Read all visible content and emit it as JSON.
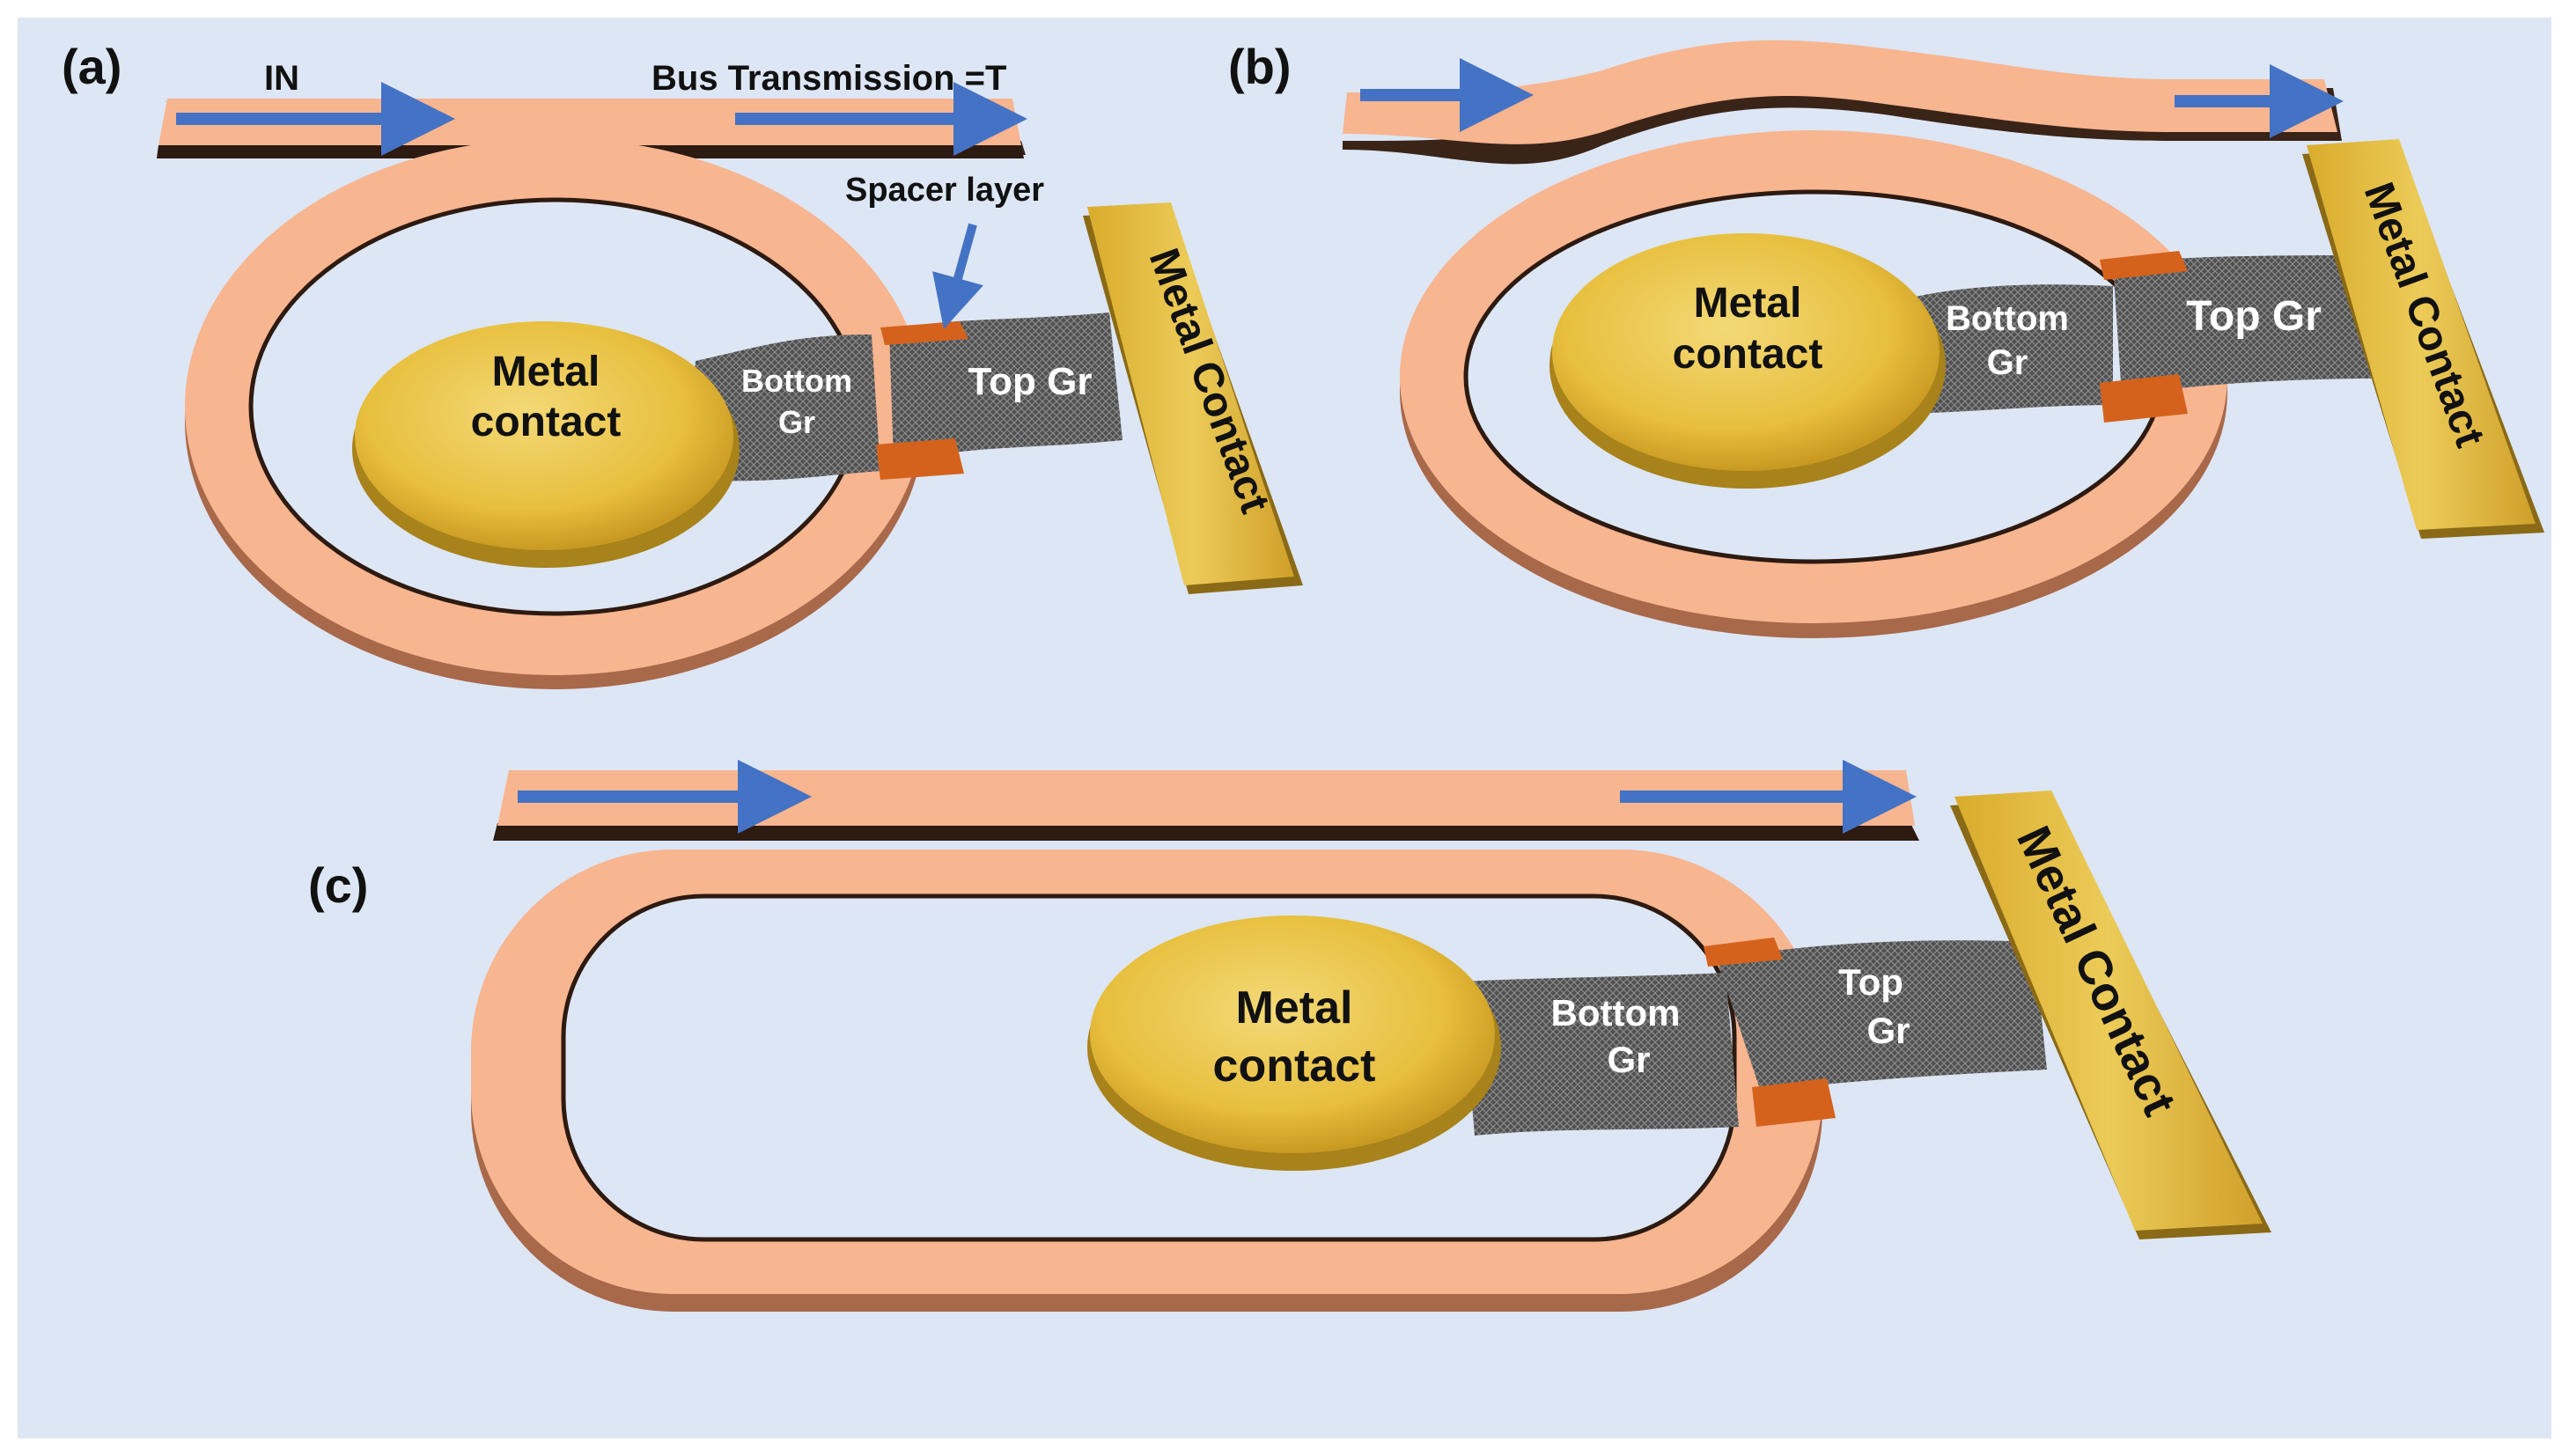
{
  "figure": {
    "panel_a": {
      "tag": "(a)",
      "input_label": "IN",
      "output_label": "Bus Transmission =T",
      "spacer_label": "Spacer layer",
      "center_contact_line1": "Metal",
      "center_contact_line2": "contact",
      "bottom_gr_line1": "Bottom",
      "bottom_gr_line2": "Gr",
      "top_gr": "Top Gr",
      "side_contact": "Metal Contact"
    },
    "panel_b": {
      "tag": "(b)",
      "center_contact_line1": "Metal",
      "center_contact_line2": "contact",
      "bottom_gr_line1": "Bottom",
      "bottom_gr_line2": "Gr",
      "top_gr": "Top Gr",
      "side_contact": "Metal Contact"
    },
    "panel_c": {
      "tag": "(c)",
      "center_contact_line1": "Metal",
      "center_contact_line2": "contact",
      "bottom_gr_line1": "Bottom",
      "bottom_gr_line2": "Gr",
      "top_gr_line1": "Top",
      "top_gr_line2": "Gr",
      "side_contact": "Metal Contact"
    }
  },
  "colors": {
    "background": "#dde6f4",
    "waveguide": "#f7b590",
    "waveguide_shadow": "#a8684a",
    "waveguide_edge": "#3a2418",
    "arrow": "#4472c4",
    "metal": "#ecc44a",
    "metal_dark": "#a8821a",
    "graphene": "#4a4a4a",
    "spacer": "#d4621c"
  }
}
